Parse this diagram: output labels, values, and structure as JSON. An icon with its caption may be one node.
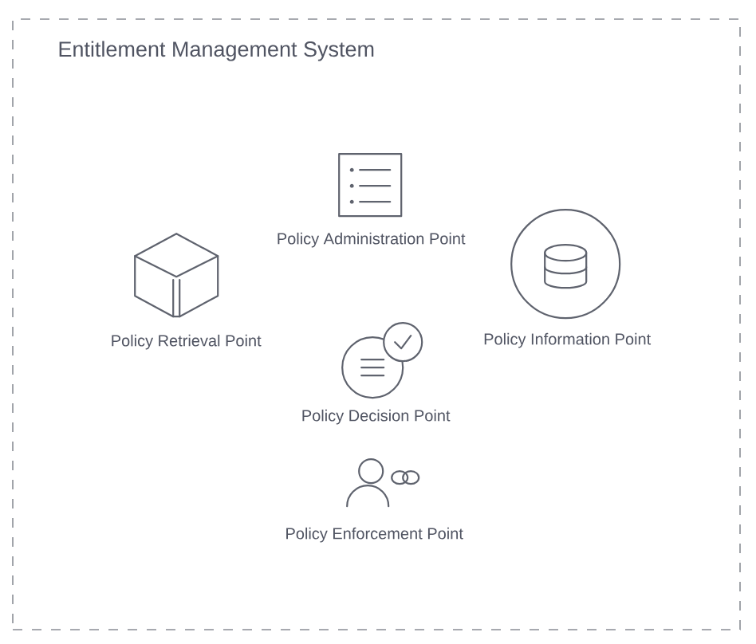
{
  "diagram": {
    "nodes": [
      {
        "text": [
          "Entitlement Management System"
        ]
      },
      {
        "text": [
          "Policy Administration Point"
        ],
        "in": 0
      },
      {
        "text": [
          "Policy Retrieval Point"
        ],
        "in": 0
      },
      {
        "text": [
          "Policy Information Point"
        ],
        "in": 0
      },
      {
        "text": [
          "Policy Decision Point"
        ],
        "in": 0
      },
      {
        "text": [
          "Policy Enforcement Point"
        ],
        "in": 0
      }
    ]
  }
}
